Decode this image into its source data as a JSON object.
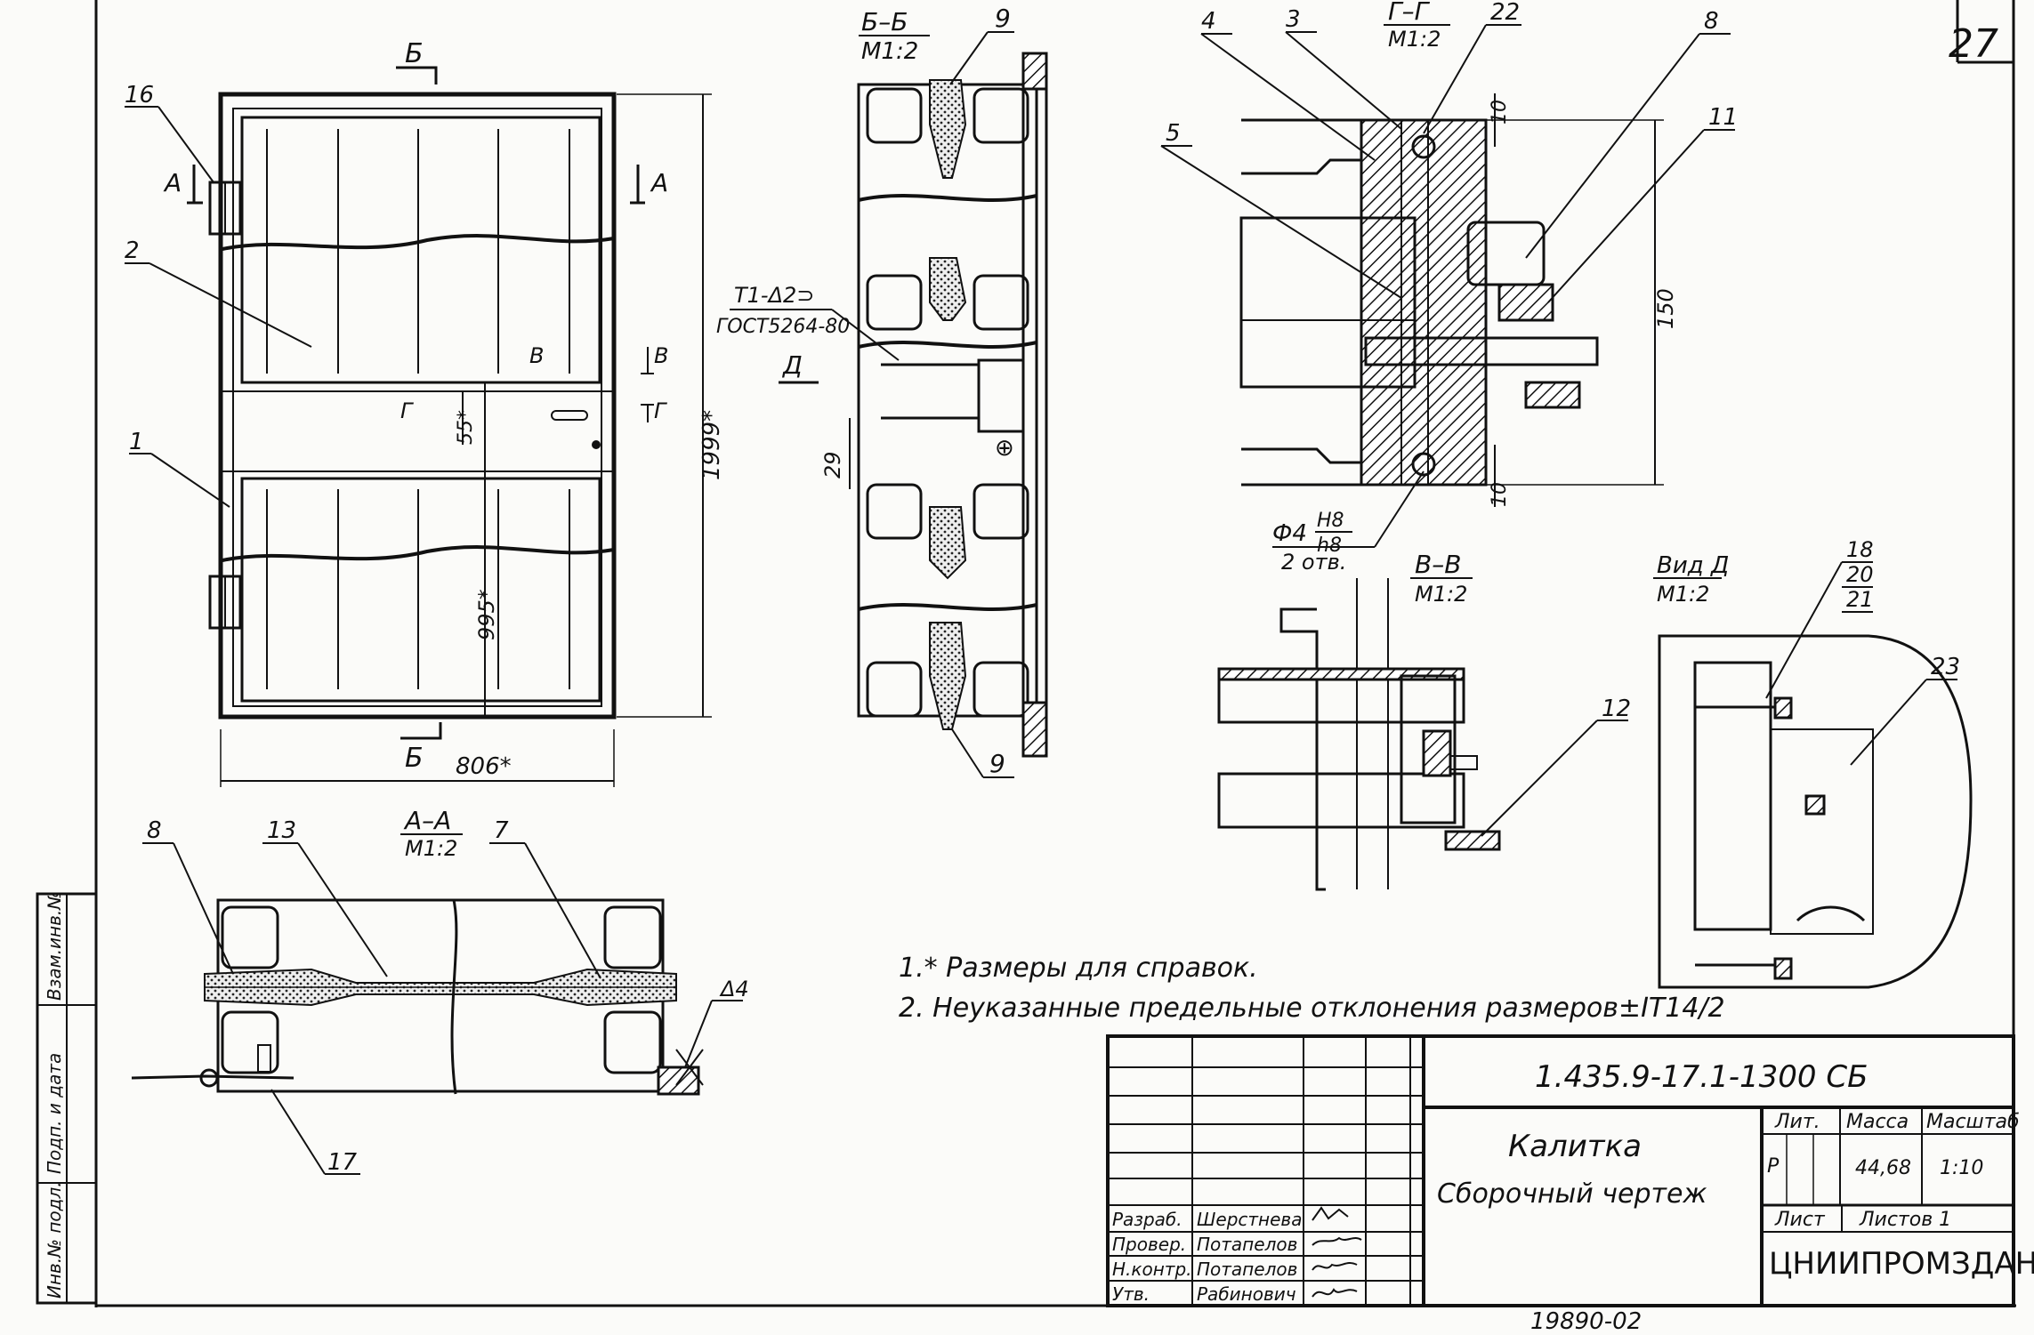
{
  "sheet": {
    "page_number": "27",
    "archive_number": "19890-02",
    "margin_stamp": [
      "Взам.инв.№",
      "Подп. и дата",
      "Инв.№ подл."
    ]
  },
  "front_view": {
    "section_b": "Б",
    "section_a": "А",
    "section_v": "В",
    "section_g": "Г",
    "dim_height": "1999*",
    "dim_width": "806*",
    "dim_mid": "995*",
    "dim_small": "55*"
  },
  "callouts": [
    "1",
    "2",
    "7",
    "8",
    "9",
    "12",
    "13",
    "16",
    "17",
    "22",
    "23",
    "3",
    "4",
    "5",
    "11"
  ],
  "section_bb": {
    "title": "Б–Б",
    "scale": "М1:2",
    "weld": "Т1-Δ2⊃",
    "weld_std": "ГОСТ5264-80",
    "section_d": "Д",
    "dim": "29"
  },
  "section_gg": {
    "title": "Г–Г",
    "scale": "М1:2",
    "dim_top": "10",
    "dim_bottom": "10",
    "dim_height": "150",
    "hole": "Ф4",
    "fit_num": "H8",
    "fit_den": "h8",
    "holes_count": "2 отв."
  },
  "section_aa": {
    "title": "А–А",
    "scale": "М1:2",
    "weld": "Δ4"
  },
  "section_vv": {
    "title": "В–В",
    "scale": "М1:2"
  },
  "view_d": {
    "title": "Вид Д",
    "scale": "М1:2",
    "stack": [
      "18",
      "20",
      "21"
    ]
  },
  "notes": [
    "1.* Размеры для справок.",
    "2. Неуказанные предельные отклонения размеров±IT14/2"
  ],
  "title_block": {
    "code": "1.435.9-17.1-1300 СБ",
    "name_1": "Калитка",
    "name_2": "Сборочный чертеж",
    "lit_label": "Лит.",
    "mass_label": "Масса",
    "scale_label": "Масштаб",
    "lit_value": "Р",
    "mass_value": "44,68",
    "scale_value": "1:10",
    "sheet_label": "Лист",
    "sheets_label": "Листов 1",
    "org": "ЦНИИПРОМЗДАНИЙ",
    "roles": [
      "Разраб.",
      "Провер.",
      "Н.контр.",
      "Утв."
    ],
    "names": [
      "Шерстнева",
      "Потапелов",
      "Потапелов",
      "Рабинович"
    ]
  }
}
